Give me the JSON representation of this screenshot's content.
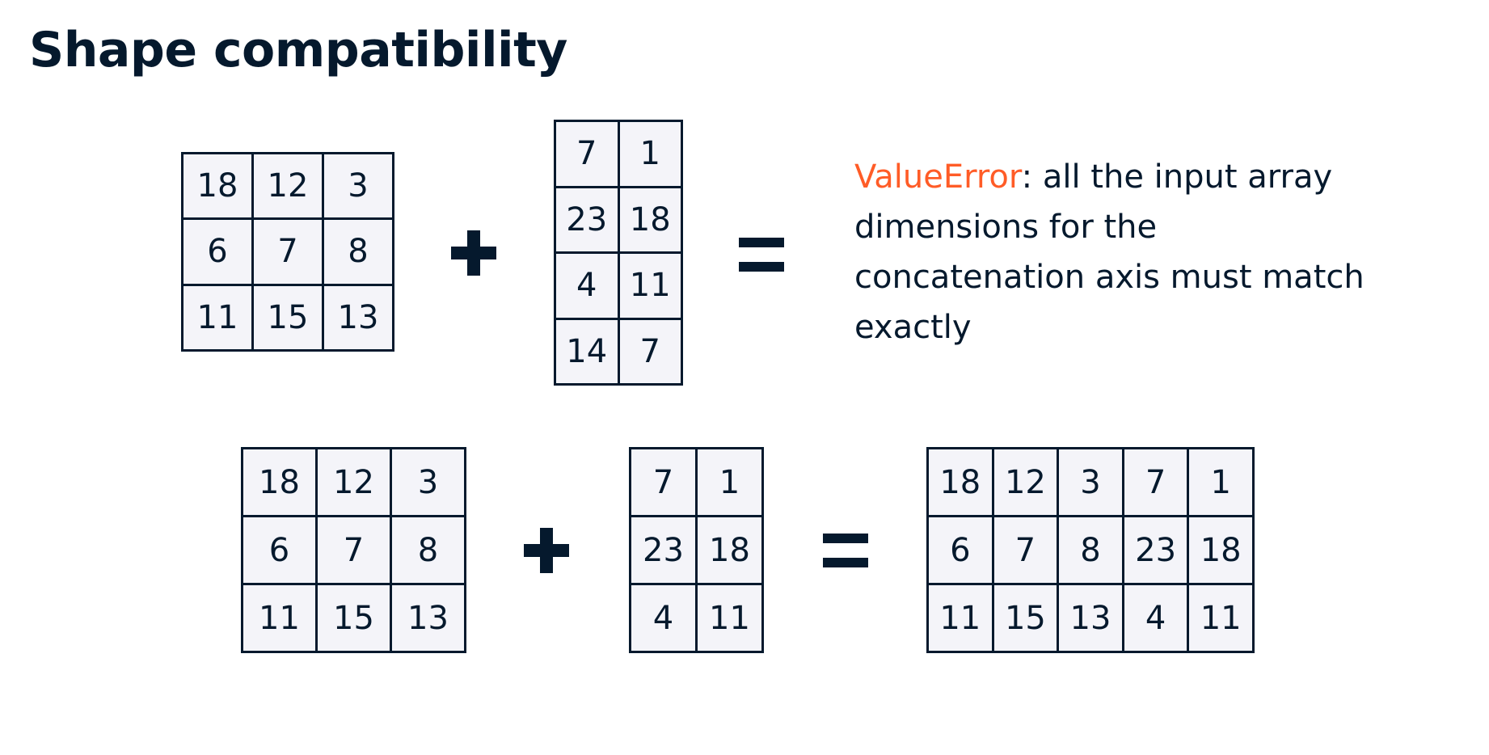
{
  "title": "Shape compatibility",
  "error": {
    "name": "ValueError",
    "message": ": all the input array dimensions for the concatenation axis must match exactly",
    "name_color": "#ff5c27"
  },
  "colors": {
    "ink": "#05192d",
    "cell_fill": "#f4f4f9"
  },
  "row1": {
    "left": [
      [
        "18",
        "12",
        "3"
      ],
      [
        "6",
        "7",
        "8"
      ],
      [
        "11",
        "15",
        "13"
      ]
    ],
    "right": [
      [
        "7",
        "1"
      ],
      [
        "23",
        "18"
      ],
      [
        "4",
        "11"
      ],
      [
        "14",
        "7"
      ]
    ],
    "operator1": "plus-icon",
    "operator2": "equals-icon"
  },
  "row2": {
    "left": [
      [
        "18",
        "12",
        "3"
      ],
      [
        "6",
        "7",
        "8"
      ],
      [
        "11",
        "15",
        "13"
      ]
    ],
    "right": [
      [
        "7",
        "1"
      ],
      [
        "23",
        "18"
      ],
      [
        "4",
        "11"
      ]
    ],
    "result": [
      [
        "18",
        "12",
        "3",
        "7",
        "1"
      ],
      [
        "6",
        "7",
        "8",
        "23",
        "18"
      ],
      [
        "11",
        "15",
        "13",
        "4",
        "11"
      ]
    ],
    "operator1": "plus-icon",
    "operator2": "equals-icon"
  }
}
